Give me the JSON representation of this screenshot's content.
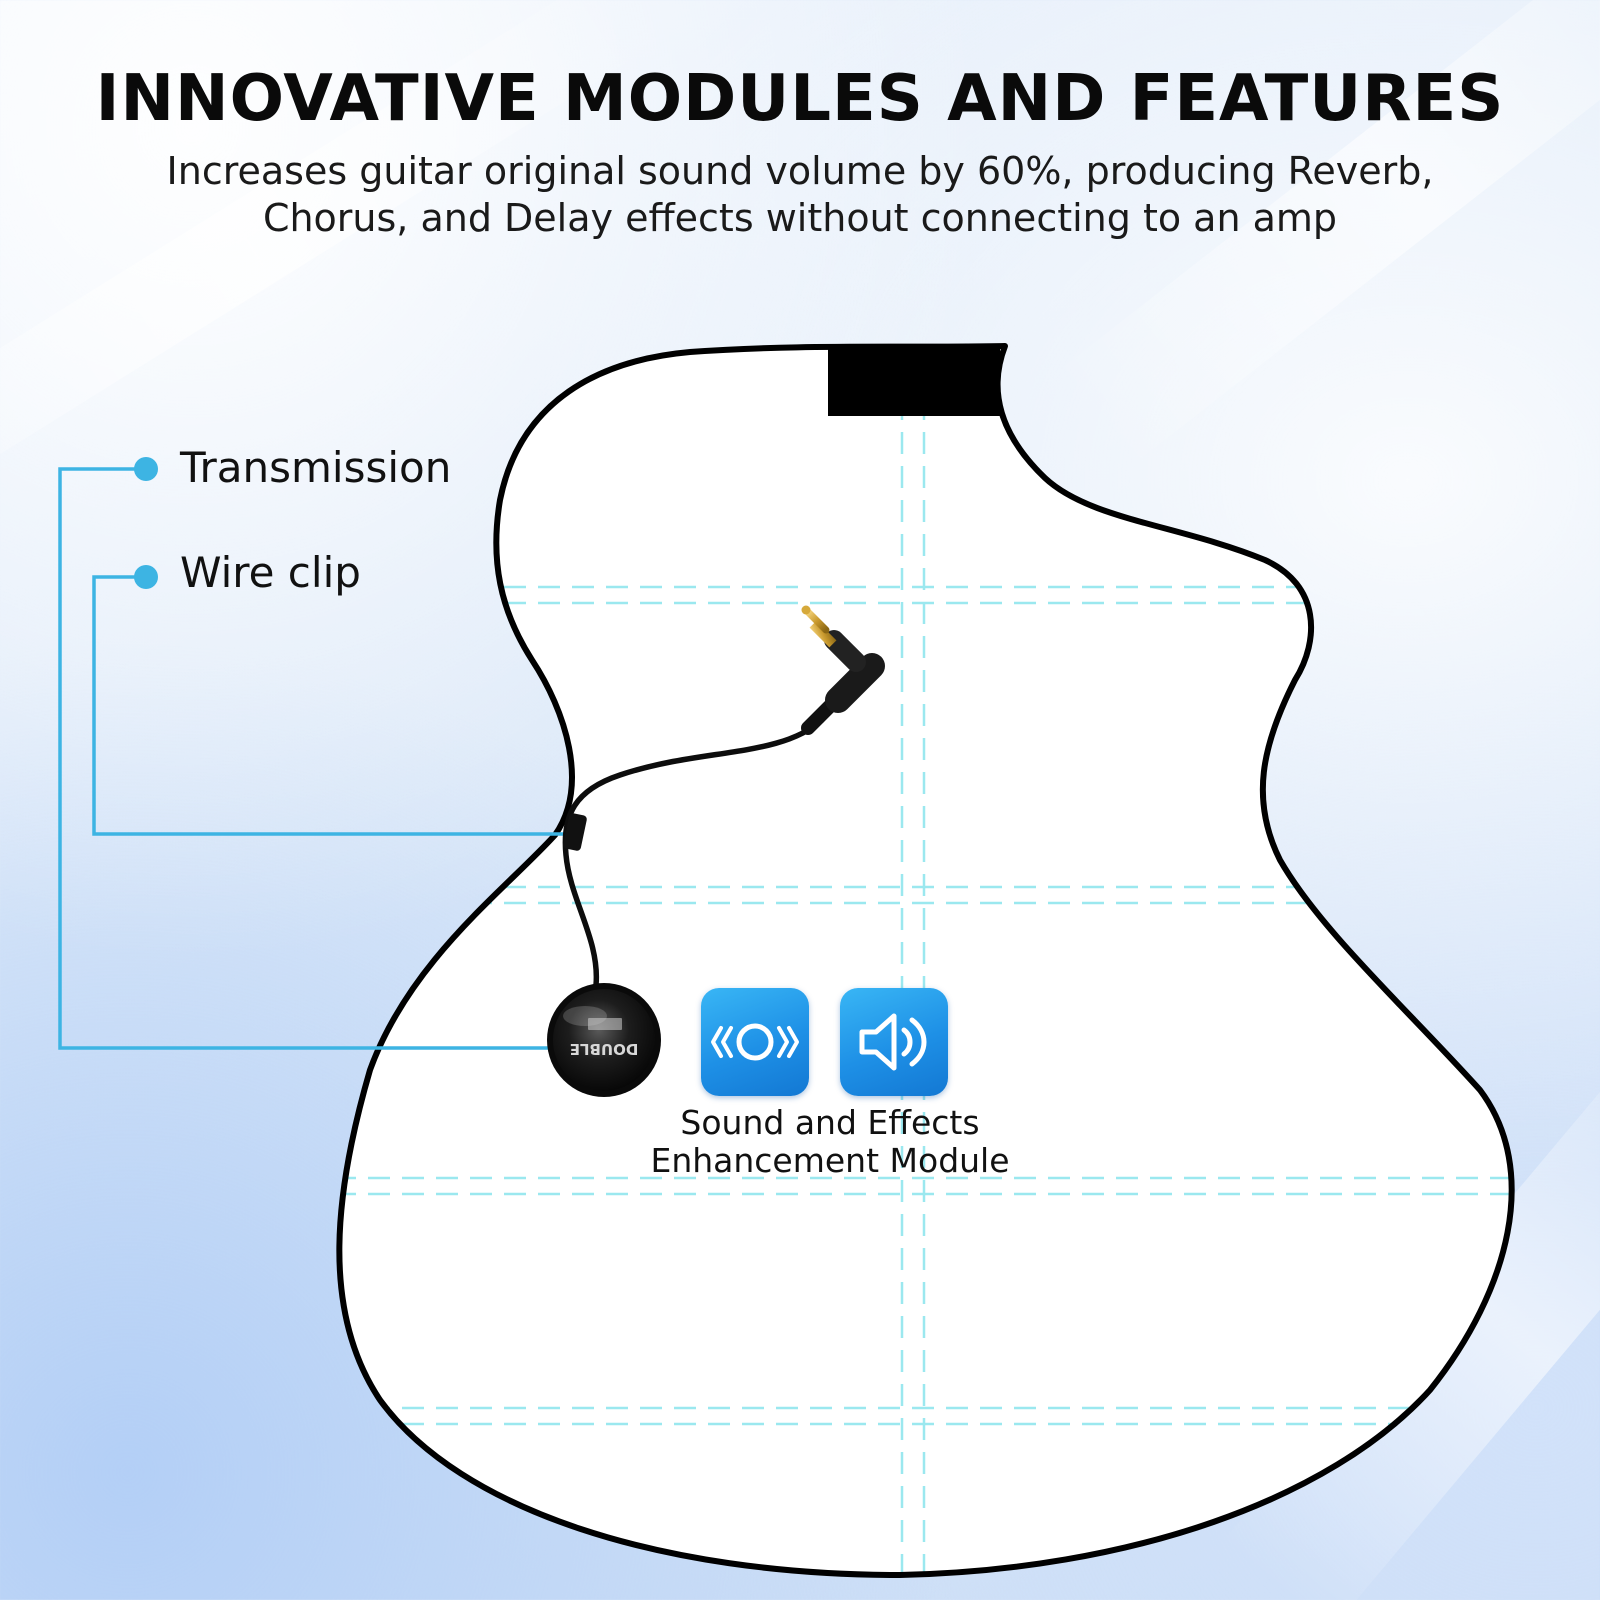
{
  "header": {
    "title": "INNOVATIVE MODULES AND FEATURES",
    "subtitle_line1": "Increases guitar original sound volume by 60%, producing Reverb,",
    "subtitle_line2": "Chorus, and Delay effects without connecting to an amp"
  },
  "callouts": {
    "transmission": "Transmission",
    "wire_clip": "Wire clip"
  },
  "module": {
    "caption_line1": "Sound and Effects",
    "caption_line2": "Enhancement Module",
    "icons": [
      "sound-waves-icon",
      "speaker-volume-icon"
    ]
  },
  "pickup": {
    "brand_text": "DOUBLE"
  },
  "colors": {
    "accent": "#3db4e3",
    "icon_blue": "#1e90e6",
    "outline": "#000000",
    "grid": "#8fe6ee"
  }
}
